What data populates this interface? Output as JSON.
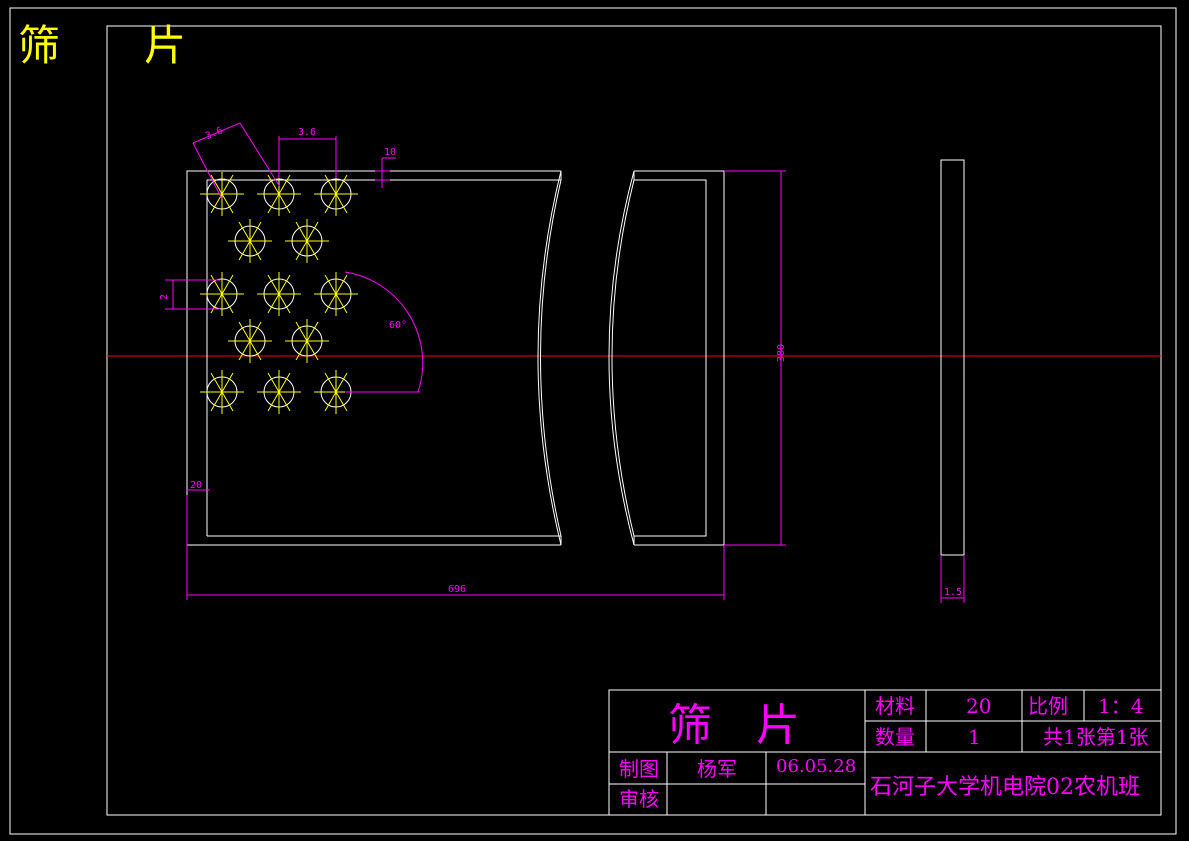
{
  "header_title": "筛　　片",
  "dimensions": {
    "hole_pitch_diag": "3.6",
    "hole_pitch": "3.6",
    "top_margin": "10",
    "hole_dia": "2",
    "angle": "60°",
    "left_margin": "20",
    "length": "696",
    "width": "380",
    "thickness": "1.5"
  },
  "title_block": {
    "part_name": "筛　片",
    "material_label": "材料",
    "material_value": "20",
    "scale_label": "比例",
    "scale_value": "1：4",
    "quantity_label": "数量",
    "quantity_value": "1",
    "sheets": "共1张第1张",
    "drawn_label": "制图",
    "drawn_by": "杨军",
    "date": "06.05.28",
    "check_label": "审核",
    "check_by": "",
    "org": "石河子大学机电院02农机班"
  },
  "colors": {
    "background": "#000000",
    "outline": "#ffffff",
    "dimension": "#ff00ff",
    "holes": "#ffff00",
    "centerline": "#ff0000"
  }
}
